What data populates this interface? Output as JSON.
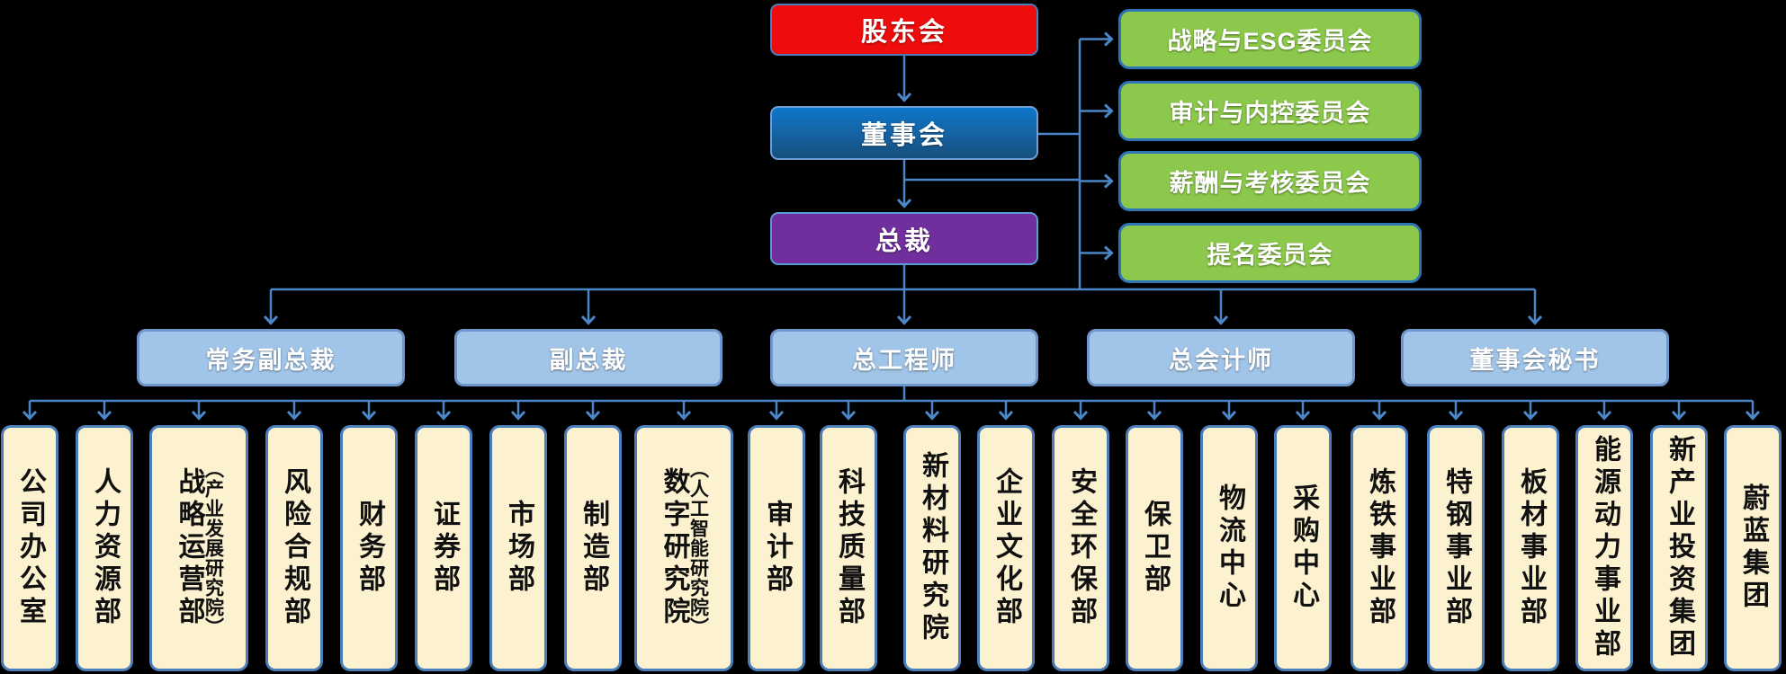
{
  "nodes": {
    "shareholders": "股东会",
    "board": "董事会",
    "president": "总裁"
  },
  "committees": [
    {
      "label": "战略与ESG委员会"
    },
    {
      "label": "审计与内控委员会"
    },
    {
      "label": "薪酬与考核委员会"
    },
    {
      "label": "提名委员会"
    }
  ],
  "executives": [
    {
      "label": "常务副总裁"
    },
    {
      "label": "副总裁"
    },
    {
      "label": "总工程师"
    },
    {
      "label": "总会计师"
    },
    {
      "label": "董事会秘书"
    }
  ],
  "departments": [
    {
      "label": "公司办公室"
    },
    {
      "label": "人力资源部"
    },
    {
      "label": "战略运营部",
      "sub": "（产业发展研究院）"
    },
    {
      "label": "风险合规部"
    },
    {
      "label": "财务部"
    },
    {
      "label": "证券部"
    },
    {
      "label": "市场部"
    },
    {
      "label": "制造部"
    },
    {
      "label": "数字研究院",
      "sub": "（人工智能研究院）"
    },
    {
      "label": "审计部"
    },
    {
      "label": "科技质量部"
    },
    {
      "label": "新材料研究院"
    },
    {
      "label": "企业文化部"
    },
    {
      "label": "安全环保部"
    },
    {
      "label": "保卫部"
    },
    {
      "label": "物流中心"
    },
    {
      "label": "采购中心"
    },
    {
      "label": "炼铁事业部"
    },
    {
      "label": "特钢事业部"
    },
    {
      "label": "板材事业部"
    },
    {
      "label": "能源动力事业部"
    },
    {
      "label": "新产业投资集团"
    },
    {
      "label": "蔚蓝集团"
    }
  ],
  "colors": {
    "background": "#000000",
    "shareholders_fill": "#EE0C0C",
    "board_fill_top": "#0C77CB",
    "board_fill_bottom": "#15507E",
    "president_fill": "#702F9D",
    "committee_fill": "#8CC84B",
    "executive_fill": "#A1C5E8",
    "department_fill": "#FCF2CF",
    "box_border": "#4A7EBB",
    "connector": "#4A86C8"
  }
}
